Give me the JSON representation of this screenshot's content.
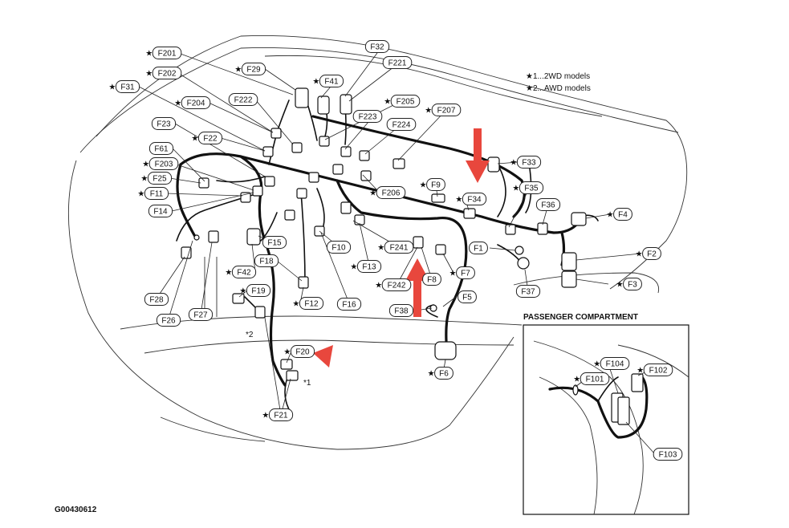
{
  "diagram": {
    "code": "G00430612",
    "notes": [
      "★1...2WD models",
      "★2...AWD models"
    ],
    "inset_title": "PASSENGER COMPARTMENT",
    "labels": [
      {
        "id": "F201",
        "text": "F201",
        "star": true
      },
      {
        "id": "F202",
        "text": "F202",
        "star": true
      },
      {
        "id": "F31",
        "text": "F31",
        "star": true
      },
      {
        "id": "F29",
        "text": "F29",
        "star": true
      },
      {
        "id": "F32",
        "text": "F32",
        "star": false
      },
      {
        "id": "F221",
        "text": "F221",
        "star": false
      },
      {
        "id": "F41",
        "text": "F41",
        "star": true
      },
      {
        "id": "F204",
        "text": "F204",
        "star": true
      },
      {
        "id": "F222",
        "text": "F222",
        "star": false
      },
      {
        "id": "F205",
        "text": "F205",
        "star": true
      },
      {
        "id": "F207",
        "text": "F207",
        "star": true
      },
      {
        "id": "F223",
        "text": "F223",
        "star": false
      },
      {
        "id": "F224",
        "text": "F224",
        "star": false
      },
      {
        "id": "F23",
        "text": "F23",
        "star": false
      },
      {
        "id": "F22",
        "text": "F22",
        "star": true
      },
      {
        "id": "F61",
        "text": "F61",
        "star": false
      },
      {
        "id": "F203",
        "text": "F203",
        "star": true
      },
      {
        "id": "F25",
        "text": "F25",
        "star": true
      },
      {
        "id": "F11",
        "text": "F11",
        "star": true
      },
      {
        "id": "F14",
        "text": "F14",
        "star": false
      },
      {
        "id": "F206",
        "text": "F206",
        "star": true
      },
      {
        "id": "F9",
        "text": "F9",
        "star": true
      },
      {
        "id": "F34",
        "text": "F34",
        "star": true
      },
      {
        "id": "F33",
        "text": "F33",
        "star": true
      },
      {
        "id": "F35",
        "text": "F35",
        "star": true
      },
      {
        "id": "F36",
        "text": "F36",
        "star": false
      },
      {
        "id": "F4",
        "text": "F4",
        "star": true
      },
      {
        "id": "F15",
        "text": "F15",
        "star": false
      },
      {
        "id": "F10",
        "text": "F10",
        "star": false
      },
      {
        "id": "F241",
        "text": "F241",
        "star": true
      },
      {
        "id": "F1",
        "text": "F1",
        "star": false
      },
      {
        "id": "F2",
        "text": "F2",
        "star": true
      },
      {
        "id": "F13",
        "text": "F13",
        "star": true
      },
      {
        "id": "F7",
        "text": "F7",
        "star": true
      },
      {
        "id": "F8",
        "text": "F8",
        "star": false
      },
      {
        "id": "F42",
        "text": "F42",
        "star": true
      },
      {
        "id": "F18",
        "text": "F18",
        "star": false
      },
      {
        "id": "F242",
        "text": "F242",
        "star": true
      },
      {
        "id": "F37",
        "text": "F37",
        "star": false
      },
      {
        "id": "F3",
        "text": "F3",
        "star": true
      },
      {
        "id": "F19",
        "text": "F19",
        "star": true
      },
      {
        "id": "F5",
        "text": "F5",
        "star": false
      },
      {
        "id": "F28",
        "text": "F28",
        "star": false
      },
      {
        "id": "F12",
        "text": "F12",
        "star": true
      },
      {
        "id": "F16",
        "text": "F16",
        "star": false
      },
      {
        "id": "F38",
        "text": "F38",
        "star": false
      },
      {
        "id": "F26",
        "text": "F26",
        "star": false
      },
      {
        "id": "F27",
        "text": "F27",
        "star": false
      },
      {
        "id": "F20",
        "text": "F20",
        "star": true
      },
      {
        "id": "F6",
        "text": "F6",
        "star": true
      },
      {
        "id": "F21",
        "text": "F21",
        "star": true
      },
      {
        "id": "F104",
        "text": "F104",
        "star": true
      },
      {
        "id": "F101",
        "text": "F101",
        "star": true
      },
      {
        "id": "F102",
        "text": "F102",
        "star": true
      },
      {
        "id": "F103",
        "text": "F103",
        "star": false
      }
    ],
    "markers": [
      "*2",
      "*1"
    ]
  }
}
